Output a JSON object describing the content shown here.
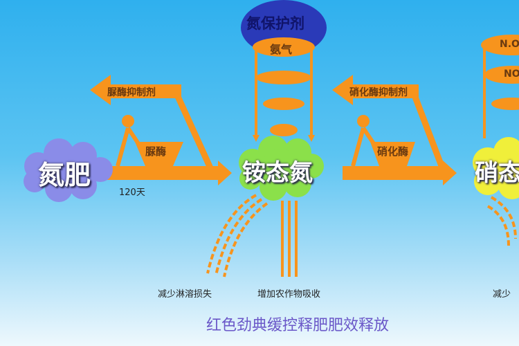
{
  "top_cap": {
    "label": "氮保护剂",
    "gas": "氨气"
  },
  "right_cap": {
    "label1": "N.O",
    "label2": "NO"
  },
  "left_cycle": {
    "inhibitor": "脲酶抑制剂",
    "enzyme": "脲酶",
    "duration": "120天"
  },
  "right_cycle": {
    "inhibitor": "硝化酶抑制剂",
    "enzyme": "硝化酶"
  },
  "nodes": {
    "fertilizer": "氮肥",
    "ammonium": "铵态氮",
    "nitrate": "硝态"
  },
  "outcomes": {
    "leaching": "减少淋溶损失",
    "absorption": "增加农作物吸收",
    "right_partial": "减少"
  },
  "caption": "红色劲典缓控释肥肥效释放",
  "colors": {
    "orange": "#f7941d",
    "blue_cap": "#2a3ab8",
    "green": "#8be04a",
    "purple": "#8a8ce8",
    "yellow": "#f0ef3a"
  }
}
